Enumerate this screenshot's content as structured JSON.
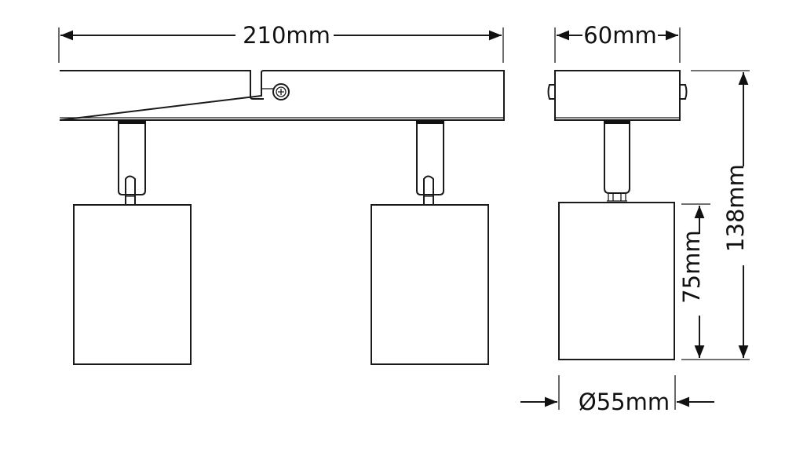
{
  "dimensions": {
    "width": "210mm",
    "depth": "60mm",
    "height": "138mm",
    "head_height": "75mm",
    "head_diameter": "Ø55mm"
  },
  "colors": {
    "line": "#1a1a1a",
    "background": "#ffffff"
  }
}
